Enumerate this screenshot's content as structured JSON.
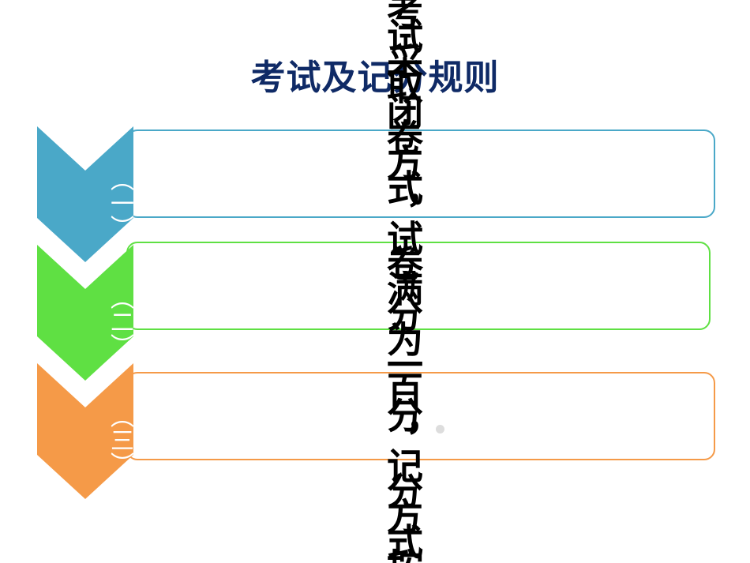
{
  "title": "考试及记分规则",
  "items": [
    {
      "label": "（一）",
      "color": "#4aa8c8"
    },
    {
      "label": "（二）",
      "color": "#5fe043"
    },
    {
      "label": "（三）",
      "color": "#f59a48"
    }
  ],
  "overlay_text": "考试采取闭卷方式，试卷满分为一百分，记分方式按百分制计算，成绩达到六十分为及格。"
}
